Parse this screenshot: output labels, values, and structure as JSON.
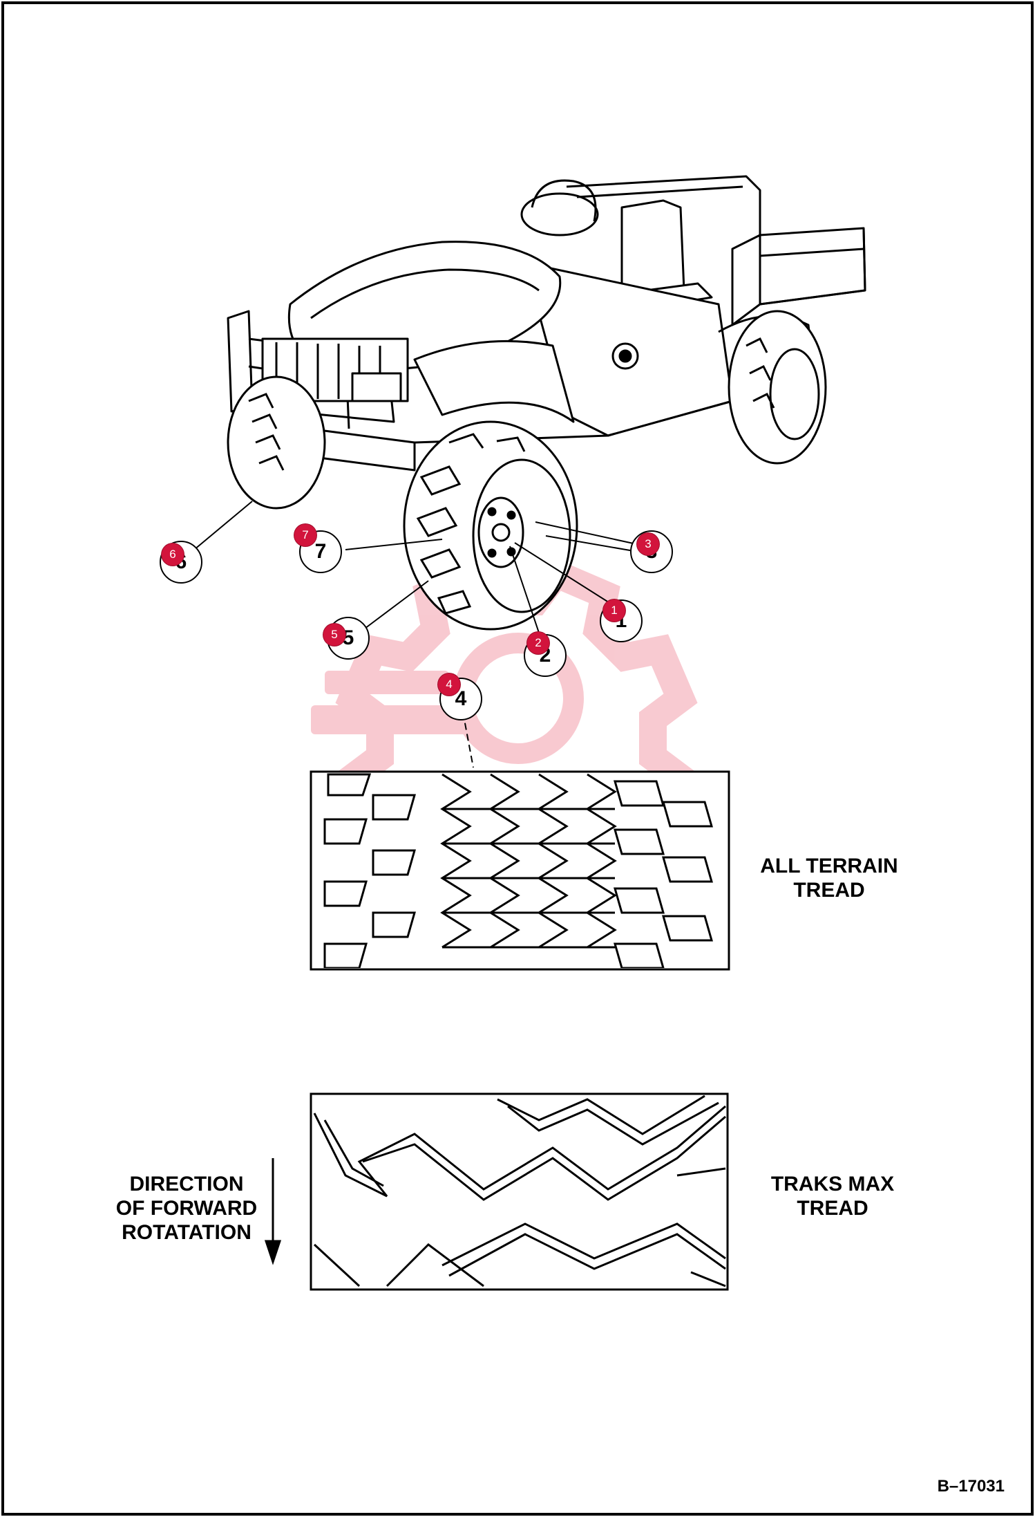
{
  "labels": {
    "all_terrain": "ALL TERRAIN\nTREAD",
    "traks_max": "TRAKS MAX\nTREAD",
    "direction": "DIRECTION\nOF FORWARD\nROTATATION"
  },
  "drawing_id": "B–17031",
  "callouts": [
    {
      "n": "1"
    },
    {
      "n": "2"
    },
    {
      "n": "3"
    },
    {
      "n": "4"
    },
    {
      "n": "5"
    },
    {
      "n": "6"
    },
    {
      "n": "7"
    }
  ],
  "ring_numbers": [
    "1",
    "2",
    "3",
    "4",
    "5",
    "6",
    "7"
  ],
  "colors": {
    "callout": "#d2143c",
    "watermark": "#f2a0a8",
    "line": "#000000"
  }
}
